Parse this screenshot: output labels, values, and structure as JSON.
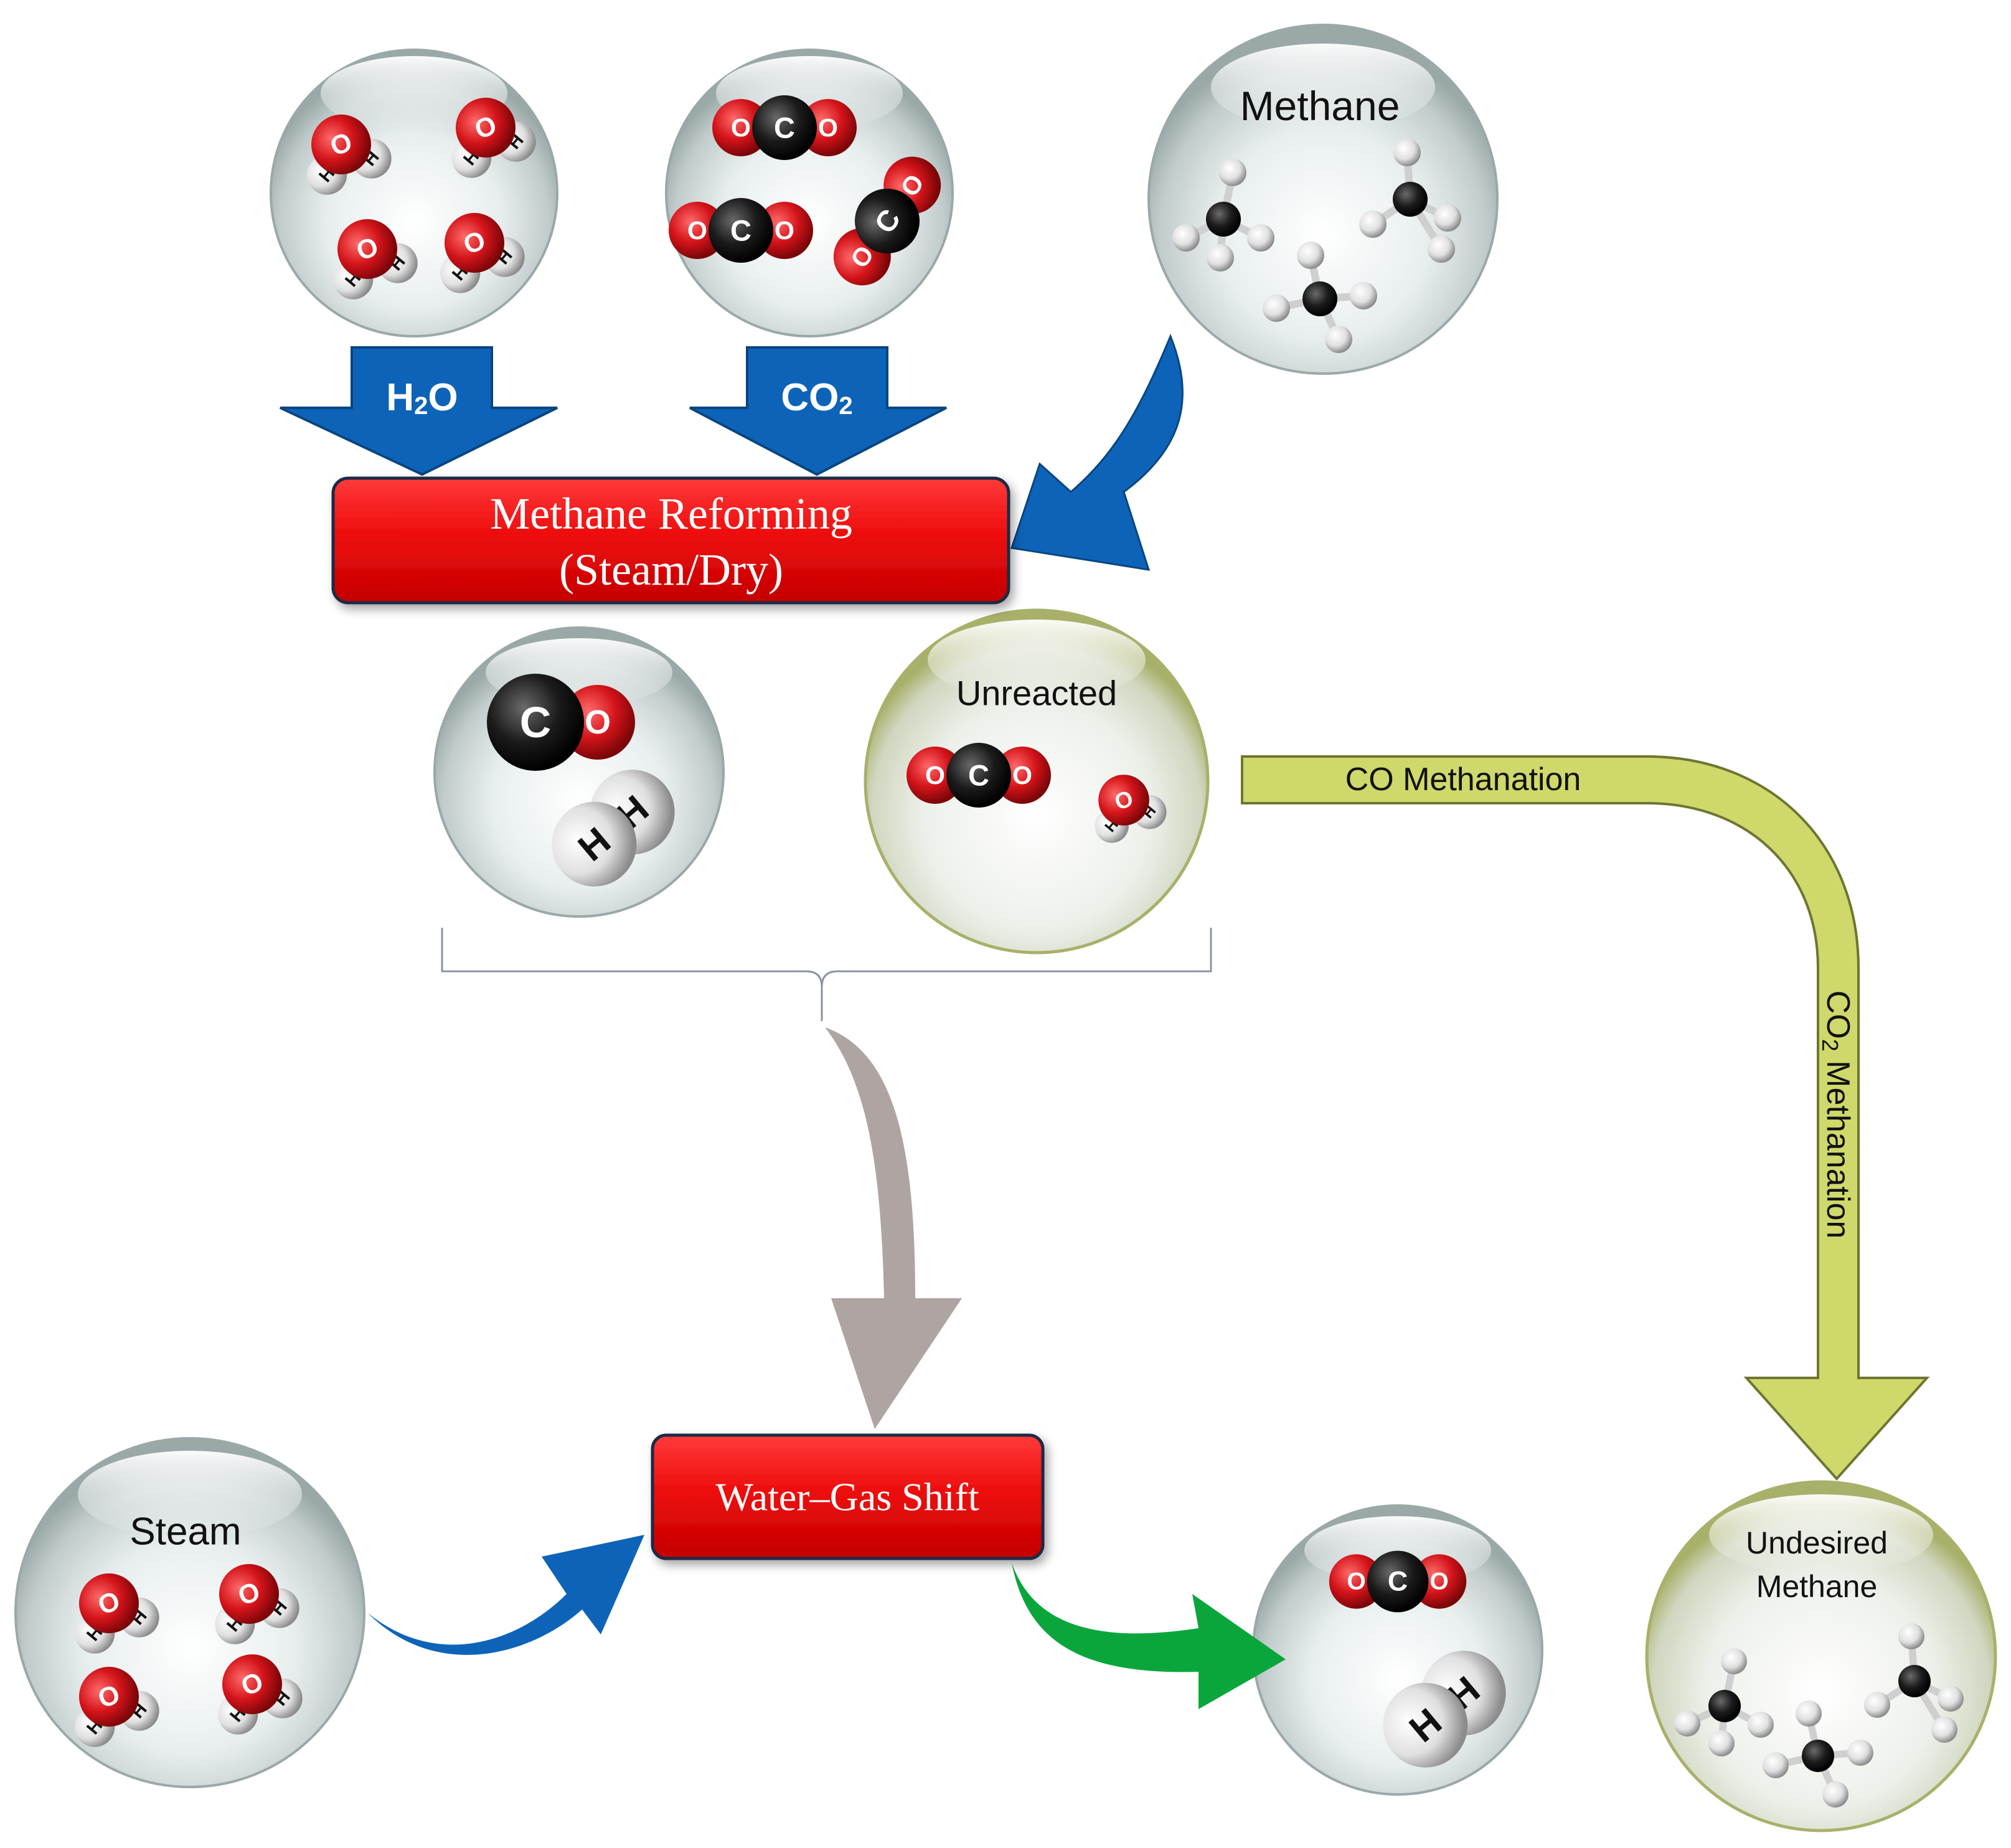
{
  "boxes": {
    "reforming_line1": "Methane Reforming",
    "reforming_line2": "(Steam/Dry)",
    "wgs": "Water–Gas Shift"
  },
  "arrows": {
    "h2o_main": "H",
    "h2o_sub": "2",
    "h2o_tail": "O",
    "co2_main": "CO",
    "co2_sub": "2",
    "co_methanation": "CO Methanation",
    "co2_methanation_main": "CO",
    "co2_methanation_sub": "2",
    "co2_methanation_tail": " Methanation"
  },
  "bubbles": {
    "methane": "Methane",
    "unreacted": "Unreacted",
    "steam": "Steam",
    "undesired_line1": "Undesired",
    "undesired_line2": "Methane"
  },
  "atoms": {
    "o": "O",
    "c": "C",
    "h": "H"
  },
  "colors": {
    "blue_arrow": "#0d63b8",
    "box_red": "#ee0d0d",
    "olive_arrow": "#cfd86a",
    "grey_arrow": "#aea4a2",
    "green_arrow": "#0aa63c",
    "oxygen": "#d4141a",
    "carbon": "#1b1b1b",
    "hydrogen": "#e8e8e8"
  }
}
